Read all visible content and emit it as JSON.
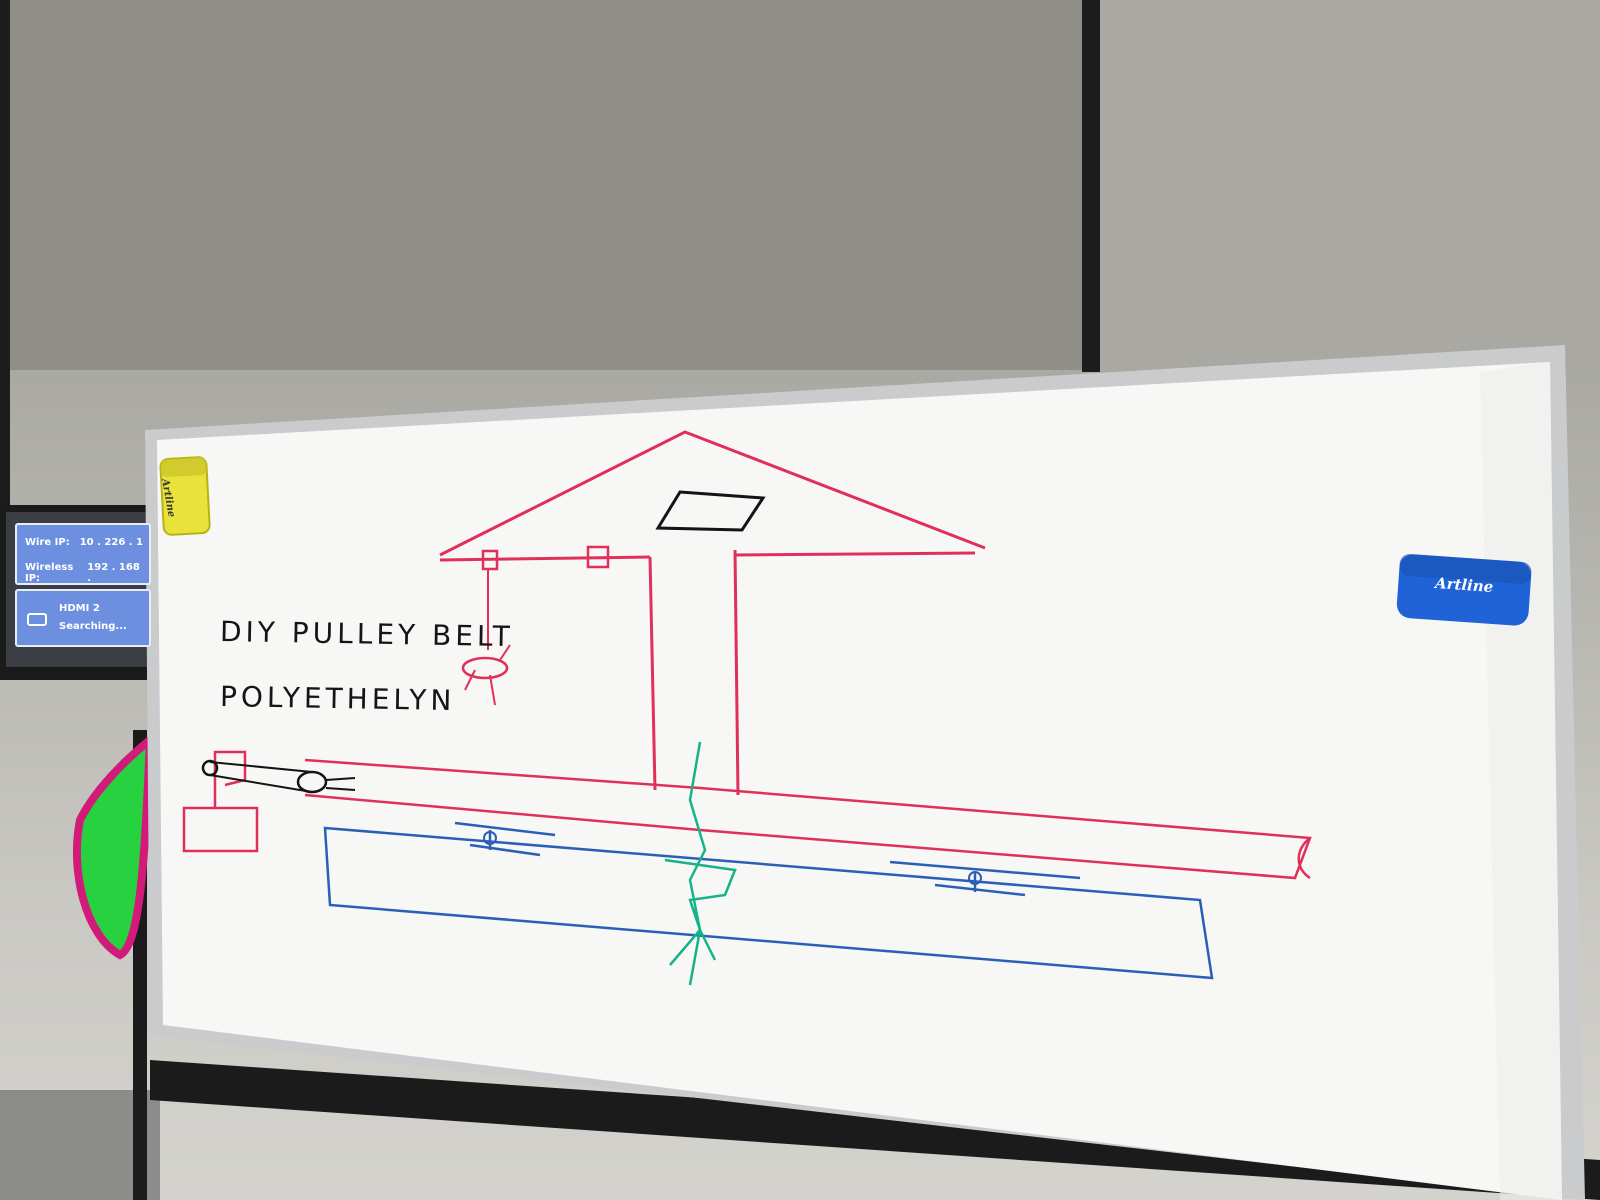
{
  "tv_display": {
    "wire_ip_label": "Wire IP:",
    "wire_ip_value": "10 . 226 . 1",
    "wireless_ip_label": "Wireless IP:",
    "wireless_ip_value": "192 . 168 .",
    "input_name": "HDMI 2",
    "input_status": "Searching..."
  },
  "whiteboard": {
    "line_1": "DIY PULLEY BELT",
    "line_2": "POLYETHELYN"
  },
  "erasers": {
    "yellow_brand": "Artline",
    "blue_brand": "Artline"
  },
  "colors": {
    "wall": "#b0afa9",
    "board": "#f7f7f5",
    "frame": "#c9cbcc",
    "tv_panel": "#6d8fe0",
    "marker_red": "#e0305a",
    "marker_blue": "#2a5fb8",
    "marker_green": "#16b38a",
    "marker_black": "#141414",
    "eraser_yellow": "#e8e23a",
    "eraser_blue": "#1f63d6"
  },
  "icons": [
    "hdmi-icon"
  ]
}
